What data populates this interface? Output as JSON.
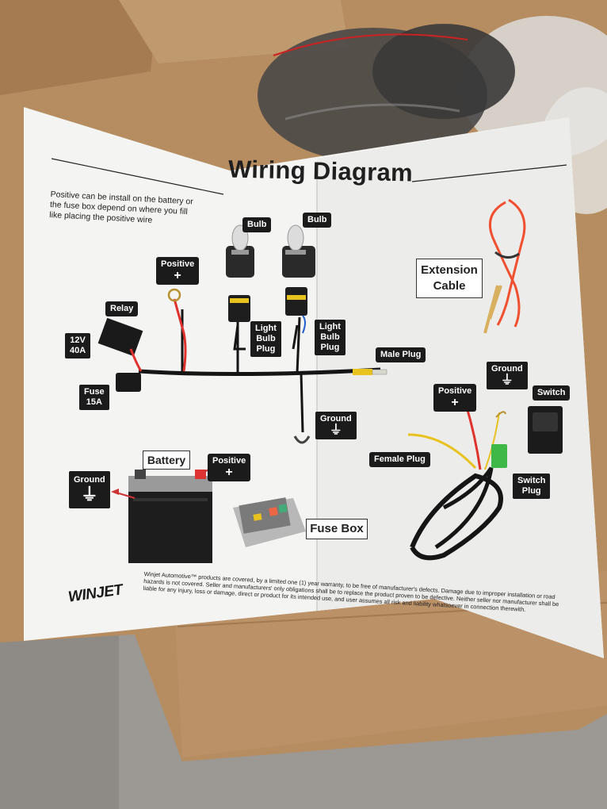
{
  "diagram": {
    "title": "Wiring Diagram",
    "intro": "Positive can be install on the battery or the fuse box depend on where you fill like placing the positive wire",
    "labels": {
      "positive_top": "Positive",
      "relay": "Relay",
      "relay_rating": "12V\n40A",
      "fuse": "Fuse\n15A",
      "bulb_left": "Bulb",
      "bulb_right": "Bulb",
      "light_bulb_plug_left": "Light\nBulb\nPlug",
      "light_bulb_plug_right": "Light\nBulb\nPlug",
      "male_plug": "Male Plug",
      "ground_center": "Ground",
      "extension_cable": "Extension\nCable",
      "ground_right": "Ground",
      "switch": "Switch",
      "positive_right": "Positive",
      "female_plug": "Female Plug",
      "switch_plug": "Switch\nPlug",
      "battery": "Battery",
      "positive_battery": "Positive",
      "ground_left": "Ground",
      "fuse_box": "Fuse Box"
    },
    "symbols": {
      "plus": "+",
      "ground": "⏚"
    },
    "warranty": "Winjet Automotive™ products are covered, by a limited one (1) year warranty, to be free of manufacturer's defects. Damage due to improper installation or road hazards is not covered. Seller and manufacturers' only obligations shall be to replace the product proven to be defective. Neither seller nor manufacturer shall be liable for any injury, loss or damage, direct or product for its intended use, and user assumes all risk and liability whatsoever in connection therewith.",
    "brand": "WINJET"
  },
  "colors": {
    "wire_red": "#e0322c",
    "wire_black": "#151515",
    "wire_yellow": "#e8c21e",
    "cardboard": "#b58d62",
    "paper": "#f4f4f2",
    "label_bg": "#1b1b1b"
  }
}
